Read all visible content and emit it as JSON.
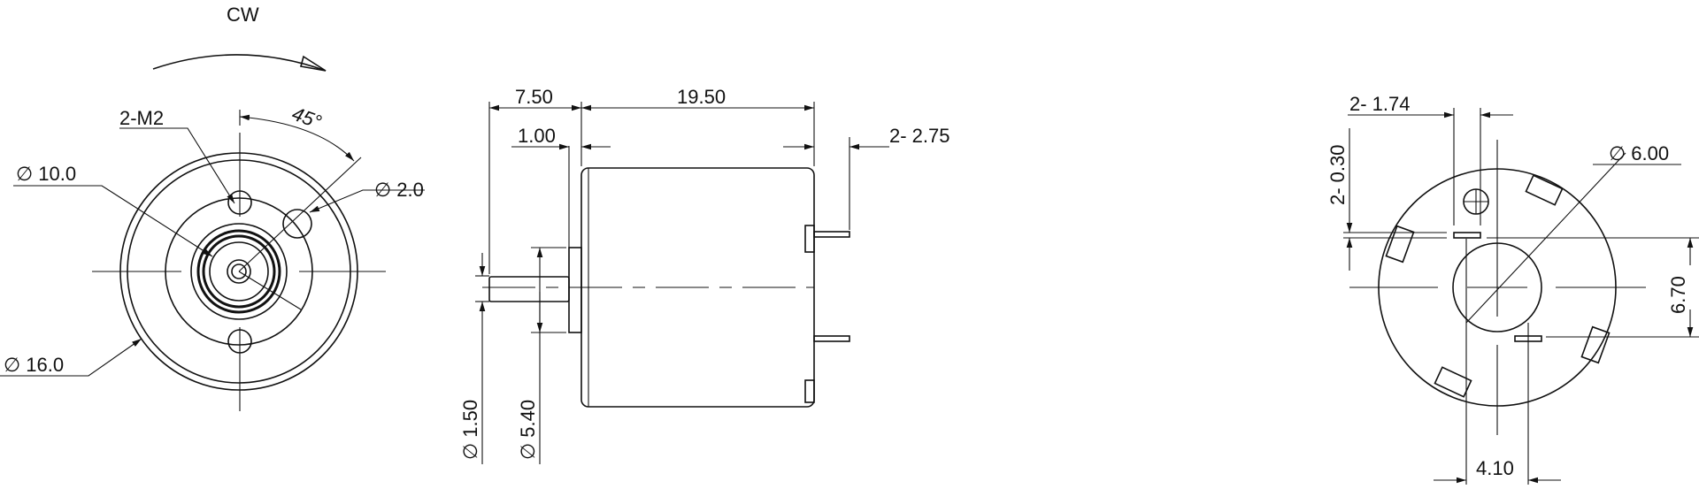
{
  "front_view": {
    "rotation_label": "CW",
    "angle_label": "45°",
    "thread_label": "2-M2",
    "dim_10": "∅ 10.0",
    "dim_2": "∅ 2.0",
    "dim_16": "∅ 16.0"
  },
  "side_view": {
    "dim_shaft_length": "7.50",
    "dim_body_length": "19.50",
    "dim_flange": "1.00",
    "dim_terminal": "2-  2.75",
    "dim_shaft_dia": "∅ 1.50",
    "dim_flange_dia": "∅ 5.40"
  },
  "rear_view": {
    "dim_terminal_width": "2-  1.74",
    "dim_terminal_thickness": "2-  0.30",
    "dim_boss": "∅ 6.00",
    "dim_vertical": "6.70",
    "dim_horizontal": "4.10"
  }
}
